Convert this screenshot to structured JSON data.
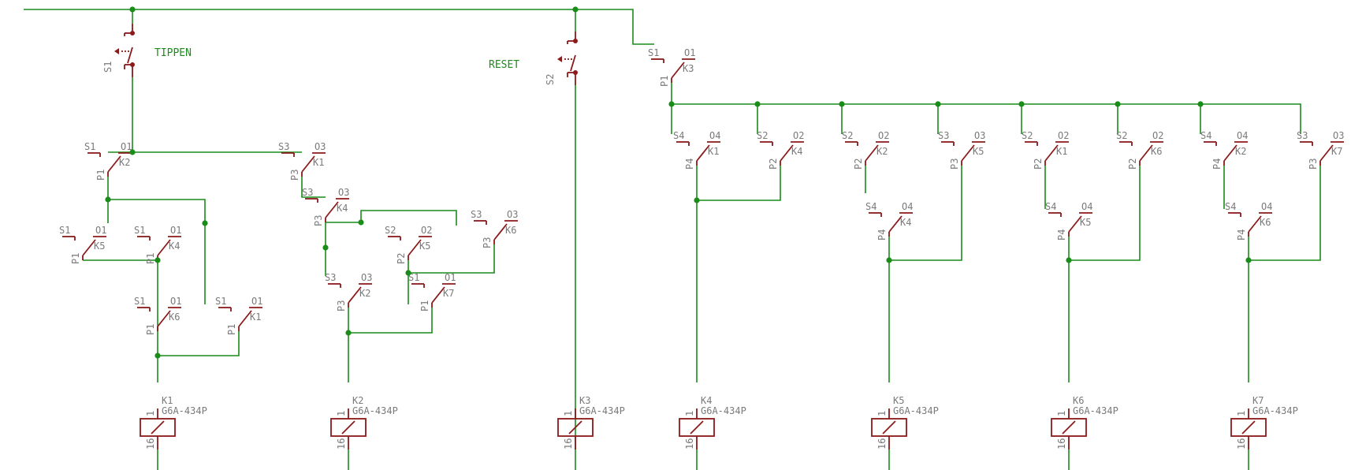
{
  "labels": {
    "tippen": "TIPPEN",
    "reset": "RESET",
    "s1": "S1",
    "s2": "S2"
  },
  "relay_type": "G6A-434P",
  "coil_pins": {
    "top": "1",
    "bottom": "16"
  },
  "coils": [
    "K1",
    "K2",
    "K3",
    "K4",
    "K5",
    "K6",
    "K7"
  ],
  "contacts": [
    {
      "name": "K2",
      "p": "P1",
      "o": "O1",
      "s": "S1"
    },
    {
      "name": "K1",
      "p": "P3",
      "o": "O3",
      "s": "S3"
    },
    {
      "name": "K5",
      "p": "P1",
      "o": "O1",
      "s": "S1"
    },
    {
      "name": "K4",
      "p": "P1",
      "o": "O1",
      "s": "S1"
    },
    {
      "name": "K4",
      "p": "P3",
      "o": "O3",
      "s": "S3"
    },
    {
      "name": "K5",
      "p": "P2",
      "o": "O2",
      "s": "S2"
    },
    {
      "name": "K6",
      "p": "P3",
      "o": "O3",
      "s": "S3"
    },
    {
      "name": "K6",
      "p": "P1",
      "o": "O1",
      "s": "S1"
    },
    {
      "name": "K1",
      "p": "P1",
      "o": "O1",
      "s": "S1"
    },
    {
      "name": "K2",
      "p": "P3",
      "o": "O3",
      "s": "S3"
    },
    {
      "name": "K7",
      "p": "P1",
      "o": "O1",
      "s": "S1"
    },
    {
      "name": "K3",
      "p": "P1",
      "o": "O1",
      "s": "S1"
    },
    {
      "name": "K1",
      "p": "P4",
      "o": "O4",
      "s": "S4"
    },
    {
      "name": "K4",
      "p": "P2",
      "o": "O2",
      "s": "S2"
    },
    {
      "name": "K2",
      "p": "P2",
      "o": "O2",
      "s": "S2"
    },
    {
      "name": "K4",
      "p": "P4",
      "o": "O4",
      "s": "S4"
    },
    {
      "name": "K5",
      "p": "P3",
      "o": "O3",
      "s": "S3"
    },
    {
      "name": "K1",
      "p": "P2",
      "o": "O2",
      "s": "S2"
    },
    {
      "name": "K5",
      "p": "P4",
      "o": "O4",
      "s": "S4"
    },
    {
      "name": "K6",
      "p": "P2",
      "o": "O2",
      "s": "S2"
    },
    {
      "name": "K2",
      "p": "P4",
      "o": "O4",
      "s": "S4"
    },
    {
      "name": "K6",
      "p": "P4",
      "o": "O4",
      "s": "S4"
    },
    {
      "name": "K7",
      "p": "P3",
      "o": "O3",
      "s": "S3"
    }
  ]
}
